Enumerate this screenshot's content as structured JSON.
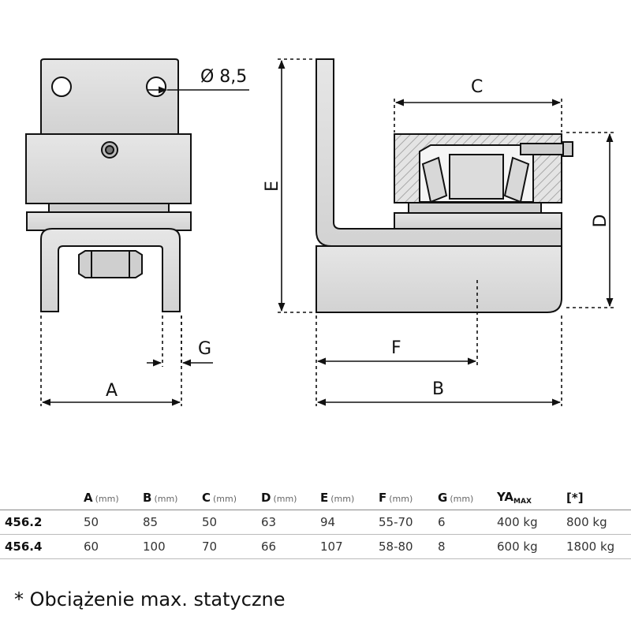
{
  "drawing": {
    "hole_label": "Ø 8,5",
    "dims": {
      "A": "A",
      "B": "B",
      "C": "C",
      "D": "D",
      "E": "E",
      "F": "F",
      "G": "G"
    }
  },
  "table": {
    "headers": [
      {
        "key": "",
        "unit": ""
      },
      {
        "key": "A",
        "unit": "(mm)"
      },
      {
        "key": "B",
        "unit": "(mm)"
      },
      {
        "key": "C",
        "unit": "(mm)"
      },
      {
        "key": "D",
        "unit": "(mm)"
      },
      {
        "key": "E",
        "unit": "(mm)"
      },
      {
        "key": "F",
        "unit": "(mm)"
      },
      {
        "key": "G",
        "unit": "(mm)"
      },
      {
        "key": "YA",
        "sub": "MAX",
        "unit": ""
      },
      {
        "key": "[*]",
        "unit": ""
      }
    ],
    "rows": [
      [
        "456.2",
        "50",
        "85",
        "50",
        "63",
        "94",
        "55-70",
        "6",
        "400 kg",
        "800 kg"
      ],
      [
        "456.4",
        "60",
        "100",
        "70",
        "66",
        "107",
        "58-80",
        "8",
        "600 kg",
        "1800 kg"
      ]
    ]
  },
  "footnote": "* Obciążenie max. statyczne"
}
